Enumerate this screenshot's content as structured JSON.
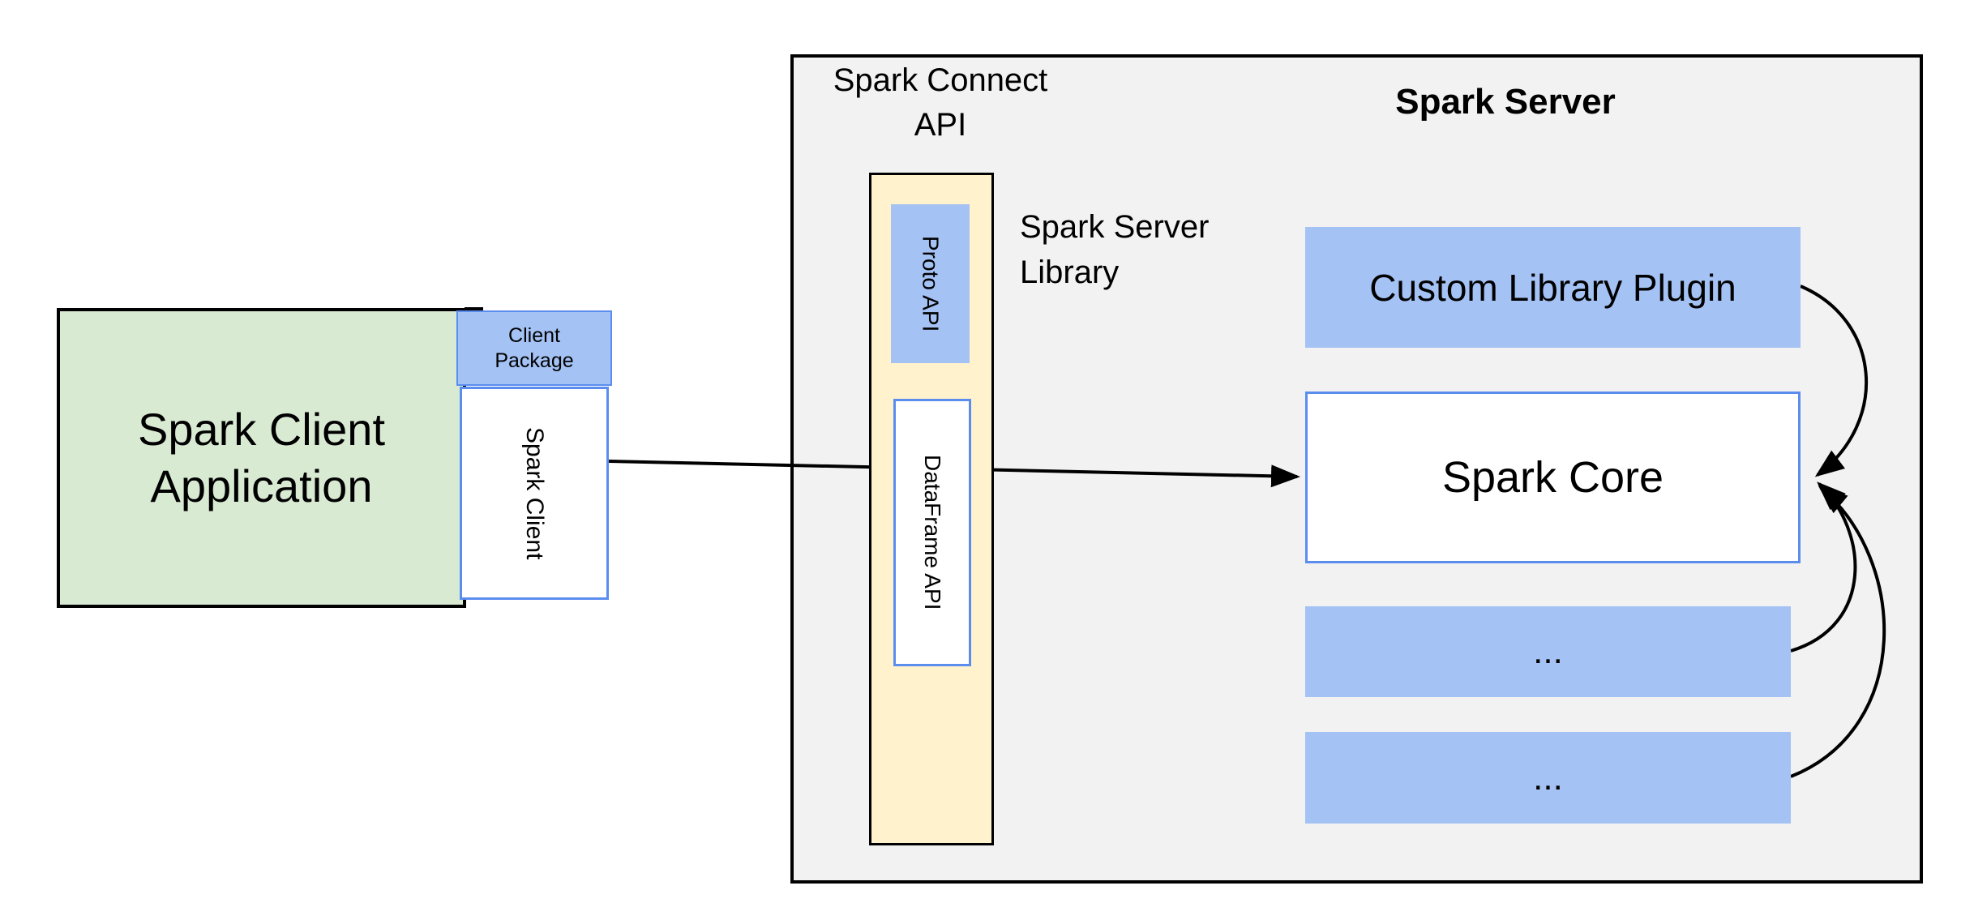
{
  "diagram": {
    "client": {
      "application_label": "Spark Client Application",
      "package_label": "Client Package",
      "client_label": "Spark Client"
    },
    "server": {
      "title": "Spark Server",
      "connect_api_label": "Spark Connect API",
      "library_label": "Spark Server Library",
      "proto_api_label": "Proto API",
      "dataframe_api_label": "DataFrame API",
      "plugin_label": "Custom Library Plugin",
      "core_label": "Spark Core",
      "ellipsis_1": "...",
      "ellipsis_2": "..."
    },
    "colors": {
      "client_app_fill": "#d9ead3",
      "blue_fill": "#a4c2f4",
      "blue_border": "#5b8def",
      "connect_bar_fill": "#fff2cc",
      "server_fill": "#f2f2f2",
      "outline": "#000000"
    }
  }
}
